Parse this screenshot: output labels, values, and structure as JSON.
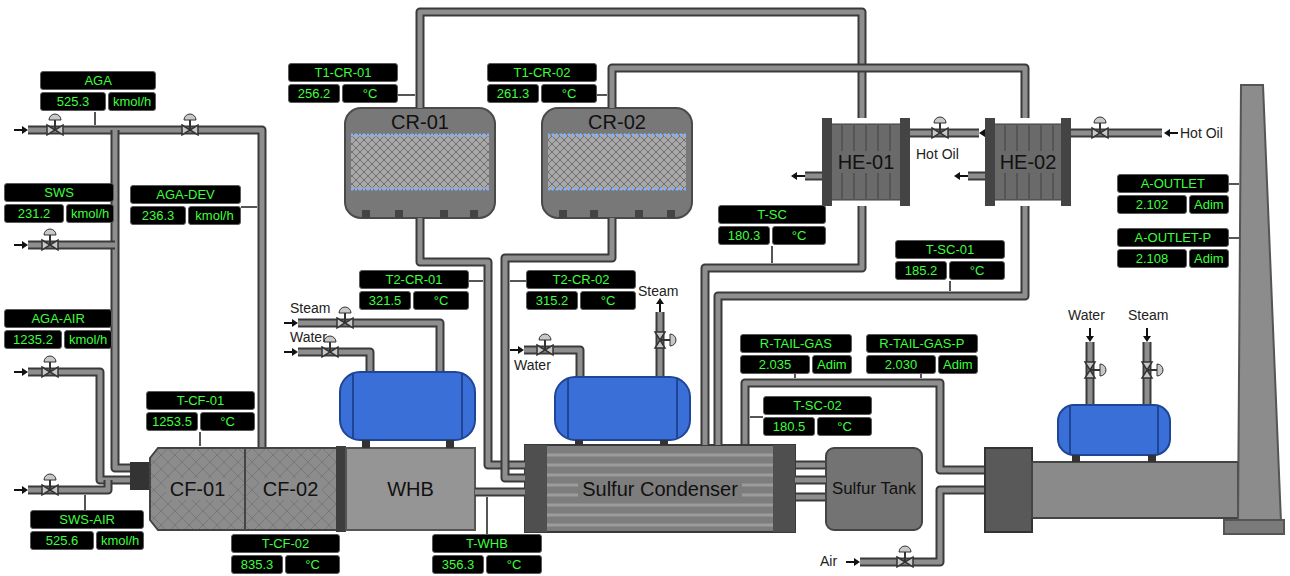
{
  "diagram": {
    "nodes": [
      {
        "text": [
          "T1-CR-01",
          "256.2",
          "°C"
        ]
      },
      {
        "text": [
          "T1-CR-02",
          "261.3",
          "°C"
        ]
      },
      {
        "text": [
          "AGA",
          "525.3",
          "kmol/h"
        ]
      },
      {
        "text": [
          "CR-01"
        ]
      },
      {
        "text": [
          "CR-02"
        ]
      },
      {
        "text": [
          "HE-01"
        ]
      },
      {
        "text": [
          "HE-02"
        ]
      },
      {
        "text": [
          "A-OUTLET",
          "2.102",
          "Adim"
        ]
      },
      {
        "text": [
          "SWS",
          "231.2",
          "kmol/h"
        ]
      },
      {
        "text": [
          "AGA-DEV",
          "236.3",
          "kmol/h"
        ]
      },
      {
        "text": [
          "T-SC",
          "180.3",
          "°C"
        ]
      },
      {
        "text": [
          "A-OUTLET-P",
          "2.108",
          "Adim"
        ]
      },
      {
        "text": [
          "T-SC-01",
          "185.2",
          "°C"
        ]
      },
      {
        "text": [
          "T2-CR-01",
          "321.5",
          "°C"
        ]
      },
      {
        "text": [
          "T2-CR-02",
          "315.2",
          "°C"
        ]
      },
      {
        "text": [
          "AGA-AIR",
          "1235.2",
          "kmol/h"
        ]
      },
      {
        "text": [
          "R-TAIL-GAS",
          "2.035",
          "Adim"
        ]
      },
      {
        "text": [
          "R-TAIL-GAS-P",
          "2.030",
          "Adim"
        ]
      },
      {
        "text": [
          "T-CF-01",
          "1253.5",
          "°C"
        ]
      },
      {
        "text": [
          "T-SC-02",
          "180.5",
          "°C"
        ]
      },
      {
        "text": [
          "CF-01"
        ]
      },
      {
        "text": [
          "CF-02"
        ]
      },
      {
        "text": [
          "WHB"
        ]
      },
      {
        "text": [
          "Sulfur Condenser"
        ]
      },
      {
        "text": [
          "Sulfur Tank"
        ]
      },
      {
        "text": [
          "SWS-AIR",
          "525.6",
          "kmol/h"
        ]
      },
      {
        "text": [
          "T-WHB",
          "356.3",
          "°C"
        ]
      },
      {
        "text": [
          "T-CF-02",
          "835.3",
          "°C"
        ]
      }
    ],
    "edges": [
      {
        "from": 3,
        "to": 5,
        "arrow": "none"
      },
      {
        "from": 4,
        "to": 6,
        "arrow": "none"
      },
      {
        "from": 3,
        "to": 23,
        "arrow": "none"
      },
      {
        "from": 4,
        "to": 23,
        "arrow": "none"
      },
      {
        "from": 5,
        "to": 23,
        "arrow": "none"
      },
      {
        "from": 6,
        "to": 23,
        "arrow": "none"
      },
      {
        "from": 22,
        "to": 23,
        "arrow": "none"
      },
      {
        "from": 23,
        "to": 24,
        "arrow": "none"
      }
    ],
    "labels": [
      "Steam",
      "Water",
      "Water",
      "Steam",
      "Hot Oil",
      "Hot Oil",
      "Water",
      "Steam",
      "Air"
    ]
  }
}
